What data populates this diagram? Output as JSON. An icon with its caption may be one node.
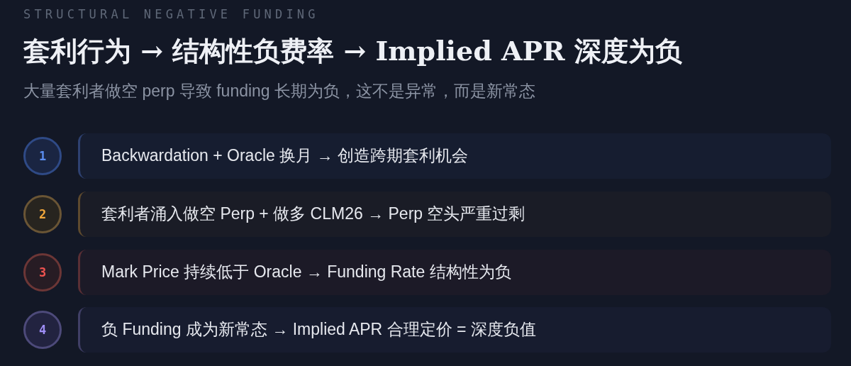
{
  "diagram": {
    "title": "套利行为 → 结构性负费率 → Implied APR 深度为负",
    "nodes": [
      {
        "text": [
          "1"
        ]
      },
      {
        "text": [
          "Backwardation + Oracle 换月 → 创造跨期套利机会"
        ]
      },
      {
        "text": [
          "2"
        ]
      },
      {
        "text": [
          "套利者涌入做空 Perp + 做多 CLM26 → Perp 空头严重过剩"
        ]
      },
      {
        "text": [
          "3"
        ]
      },
      {
        "text": [
          "Mark Price 持续低于 Oracle → Funding Rate 结构性为负"
        ]
      },
      {
        "text": [
          "4"
        ]
      },
      {
        "text": [
          "负 Funding 成为新常态 → Implied APR 合理定价 = 深度负值"
        ]
      }
    ],
    "labels": [
      "STRUCTURAL NEGATIVE FUNDING",
      "大量套利者做空 perp 导致 funding 长期为负，这不是异常，而是新常态"
    ]
  }
}
